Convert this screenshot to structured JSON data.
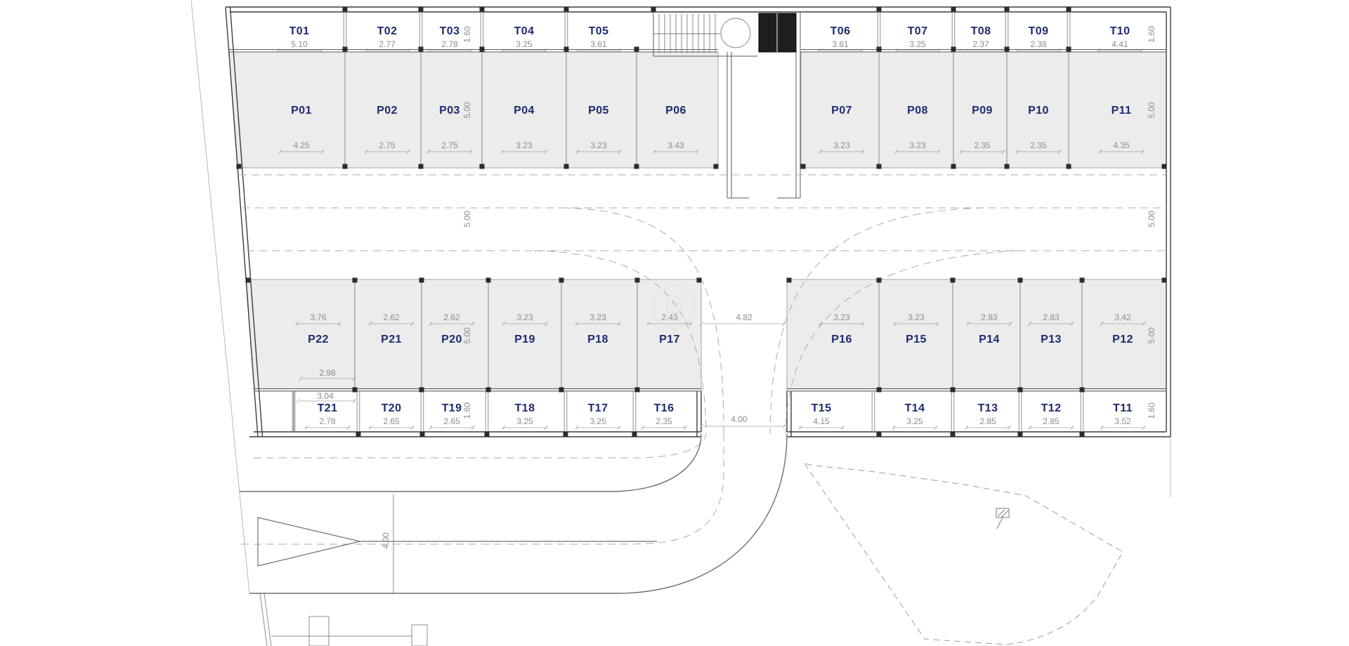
{
  "colors": {
    "label": "#1c2a70",
    "dim": "#8c8c8c",
    "stall_fill": "#ececec",
    "wall": "#3c3c3c"
  },
  "stalls": {
    "top_storage_left": [
      {
        "label": "T01",
        "dim": "5.10"
      },
      {
        "label": "T02",
        "dim": "2.77"
      },
      {
        "label": "T03",
        "dim": "2.78"
      },
      {
        "label": "T04",
        "dim": "3.25"
      },
      {
        "label": "T05",
        "dim": "3.61"
      }
    ],
    "top_storage_right": [
      {
        "label": "T06",
        "dim": "3.61"
      },
      {
        "label": "T07",
        "dim": "3.25"
      },
      {
        "label": "T08",
        "dim": "2.37"
      },
      {
        "label": "T09",
        "dim": "2.38"
      },
      {
        "label": "T10",
        "dim": "4.41"
      }
    ],
    "top_parking_left": [
      {
        "label": "P01",
        "dim": "4.25"
      },
      {
        "label": "P02",
        "dim": "2.75"
      },
      {
        "label": "P03",
        "dim": "2.75"
      },
      {
        "label": "P04",
        "dim": "3.23"
      },
      {
        "label": "P05",
        "dim": "3.23"
      },
      {
        "label": "P06",
        "dim": "3.43"
      }
    ],
    "top_parking_right": [
      {
        "label": "P07",
        "dim": "3.23"
      },
      {
        "label": "P08",
        "dim": "3.23"
      },
      {
        "label": "P09",
        "dim": "2.35"
      },
      {
        "label": "P10",
        "dim": "2.35"
      },
      {
        "label": "P11",
        "dim": "4.35"
      }
    ],
    "bottom_parking_left": [
      {
        "label": "P22",
        "dim": "3.76"
      },
      {
        "label": "P21",
        "dim": "2.62"
      },
      {
        "label": "P20",
        "dim": "2.62"
      },
      {
        "label": "P19",
        "dim": "3.23"
      },
      {
        "label": "P18",
        "dim": "3.23"
      },
      {
        "label": "P17",
        "dim": "2.43"
      }
    ],
    "bottom_parking_right": [
      {
        "label": "P16",
        "dim": "3.23"
      },
      {
        "label": "P15",
        "dim": "3.23"
      },
      {
        "label": "P14",
        "dim": "2.83"
      },
      {
        "label": "P13",
        "dim": "2.83"
      },
      {
        "label": "P12",
        "dim": "3.42"
      }
    ],
    "bottom_storage_left": [
      {
        "label": "T21",
        "dim": "2.78"
      },
      {
        "label": "T20",
        "dim": "2.65"
      },
      {
        "label": "T19",
        "dim": "2.65"
      },
      {
        "label": "T18",
        "dim": "3.25"
      },
      {
        "label": "T17",
        "dim": "3.25"
      },
      {
        "label": "T16",
        "dim": "2.35"
      }
    ],
    "bottom_storage_right": [
      {
        "label": "T15",
        "dim": "4.15"
      },
      {
        "label": "T14",
        "dim": "3.25"
      },
      {
        "label": "T13",
        "dim": "2.85"
      },
      {
        "label": "T12",
        "dim": "2.85"
      },
      {
        "label": "T11",
        "dim": "3.52"
      }
    ]
  },
  "extra_dims": {
    "p22_sub": "2.98",
    "t21_sub": "3.04",
    "lane_gap": "4.82",
    "entrance_width": "4.00",
    "ramp_width": "4.00"
  },
  "vertical_dims": {
    "left": [
      "1.60",
      "5.00",
      "5.00",
      "5.00",
      "1.60"
    ],
    "right": [
      "1.60",
      "5.00",
      "5.00",
      "5.00",
      "1.60"
    ]
  }
}
